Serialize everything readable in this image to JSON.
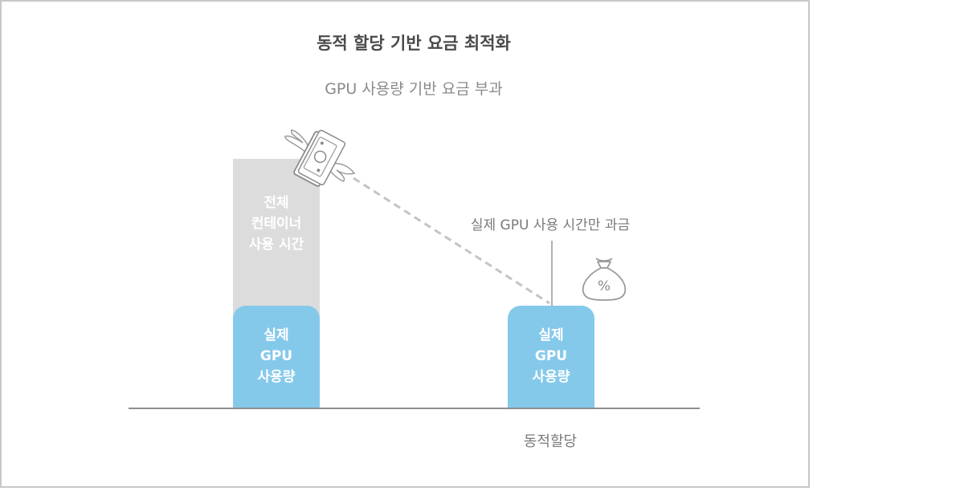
{
  "diagram": {
    "title": "동적 할당 기반 요금 최적화",
    "subtitle": "GPU 사용량 기반 요금 부과",
    "total_bar_label": [
      "전체",
      "컨테이너",
      "사용 시간"
    ],
    "left_gpu_label": [
      "실제",
      "GPU",
      "사용량"
    ],
    "right_gpu_label": [
      "실제",
      "GPU",
      "사용량"
    ],
    "annotation": "실제 GPU 사용 시간만 과금",
    "right_category": "동적할당",
    "money_bag_symbol": "%",
    "icons": [
      "flying-money-icon",
      "money-bag-icon"
    ],
    "colors": {
      "gpu_bar": "#85c9ea",
      "total_bar": "#dcdcdc",
      "baseline": "#8e8e8e",
      "title": "#4a4a4a",
      "secondary_text": "#7a7a7a"
    }
  }
}
